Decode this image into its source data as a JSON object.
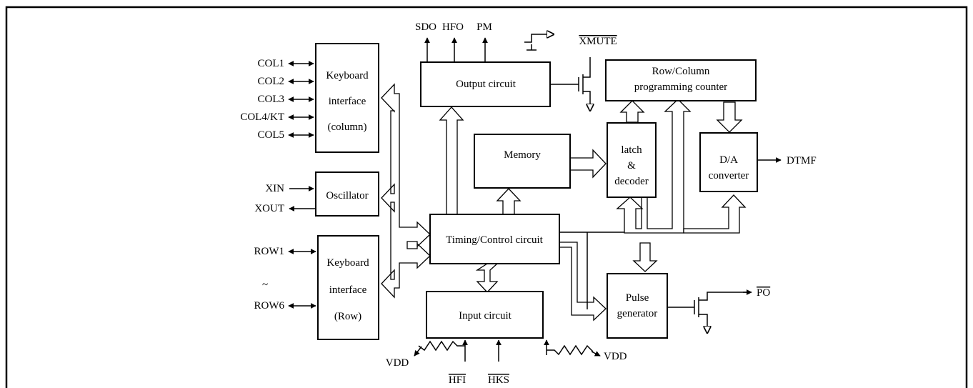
{
  "blocks": {
    "kb_col": [
      "Keyboard",
      "interface",
      "(column)"
    ],
    "oscillator": "Oscillator",
    "kb_row": [
      "Keyboard",
      "interface",
      "(Row)"
    ],
    "output": "Output circuit",
    "memory": "Memory",
    "timing": "Timing/Control circuit",
    "input": "Input circuit",
    "counter": [
      "Row/Column",
      "programming counter"
    ],
    "latch": [
      "latch",
      "&",
      "decoder"
    ],
    "dac": [
      "D/A",
      "converter"
    ],
    "pulse": [
      "Pulse",
      "generator"
    ]
  },
  "signals": {
    "col1": "COL1",
    "col2": "COL2",
    "col3": "COL3",
    "col4": "COL4/KT",
    "col5": "COL5",
    "xin": "XIN",
    "xout": "XOUT",
    "row1": "ROW1",
    "row_tilde": "~",
    "row6": "ROW6",
    "sdo": "SDO",
    "hfo": "HFO",
    "pm": "PM",
    "xmute": "XMUTE",
    "dtmf": "DTMF",
    "po": "PO",
    "vdd_left": "VDD",
    "hfi": "HFI",
    "hks": "HKS",
    "vdd_right": "VDD"
  }
}
